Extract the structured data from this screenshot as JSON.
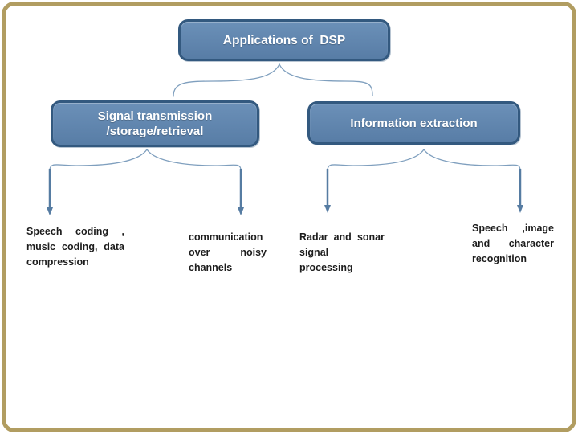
{
  "diagram": {
    "root": {
      "label": "Applications of  DSP"
    },
    "level2": [
      {
        "id": "signal-transmission",
        "lines": [
          "Signal transmission",
          "/storage/retrieval"
        ]
      },
      {
        "id": "information-extraction",
        "lines": [
          "Information extraction"
        ]
      }
    ],
    "leaves": [
      {
        "lines": [
          "Speech coding ,",
          "music coding, data",
          "compression"
        ]
      },
      {
        "lines": [
          "communication",
          "over noisy",
          "channels"
        ]
      },
      {
        "lines": [
          "Radar and sonar",
          "signal processing"
        ]
      },
      {
        "lines": [
          "Speech ,image",
          "and character",
          "recognition"
        ]
      }
    ]
  },
  "colors": {
    "background": "#ffffff",
    "frame": "#b19d61",
    "node_fill_top": "#6b90b8",
    "node_fill_bottom": "#587da6",
    "node_border": "#33597f",
    "node_text": "#ffffff",
    "connector": "#7f9fbe",
    "arrow": "#567ca2",
    "leaf_text": "#1d1d1d"
  }
}
